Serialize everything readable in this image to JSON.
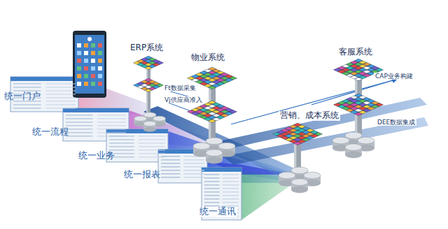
{
  "diagram": {
    "labels": [
      "ERP系统",
      "物业系统",
      "客服系统",
      "营销、成本系统",
      "Ft数据采集",
      "Vj供应商准入",
      "CAP业务构建",
      "DEE数据集成",
      "统一门户",
      "统一流程",
      "统一业务",
      "统一报表",
      "统一通讯"
    ]
  }
}
